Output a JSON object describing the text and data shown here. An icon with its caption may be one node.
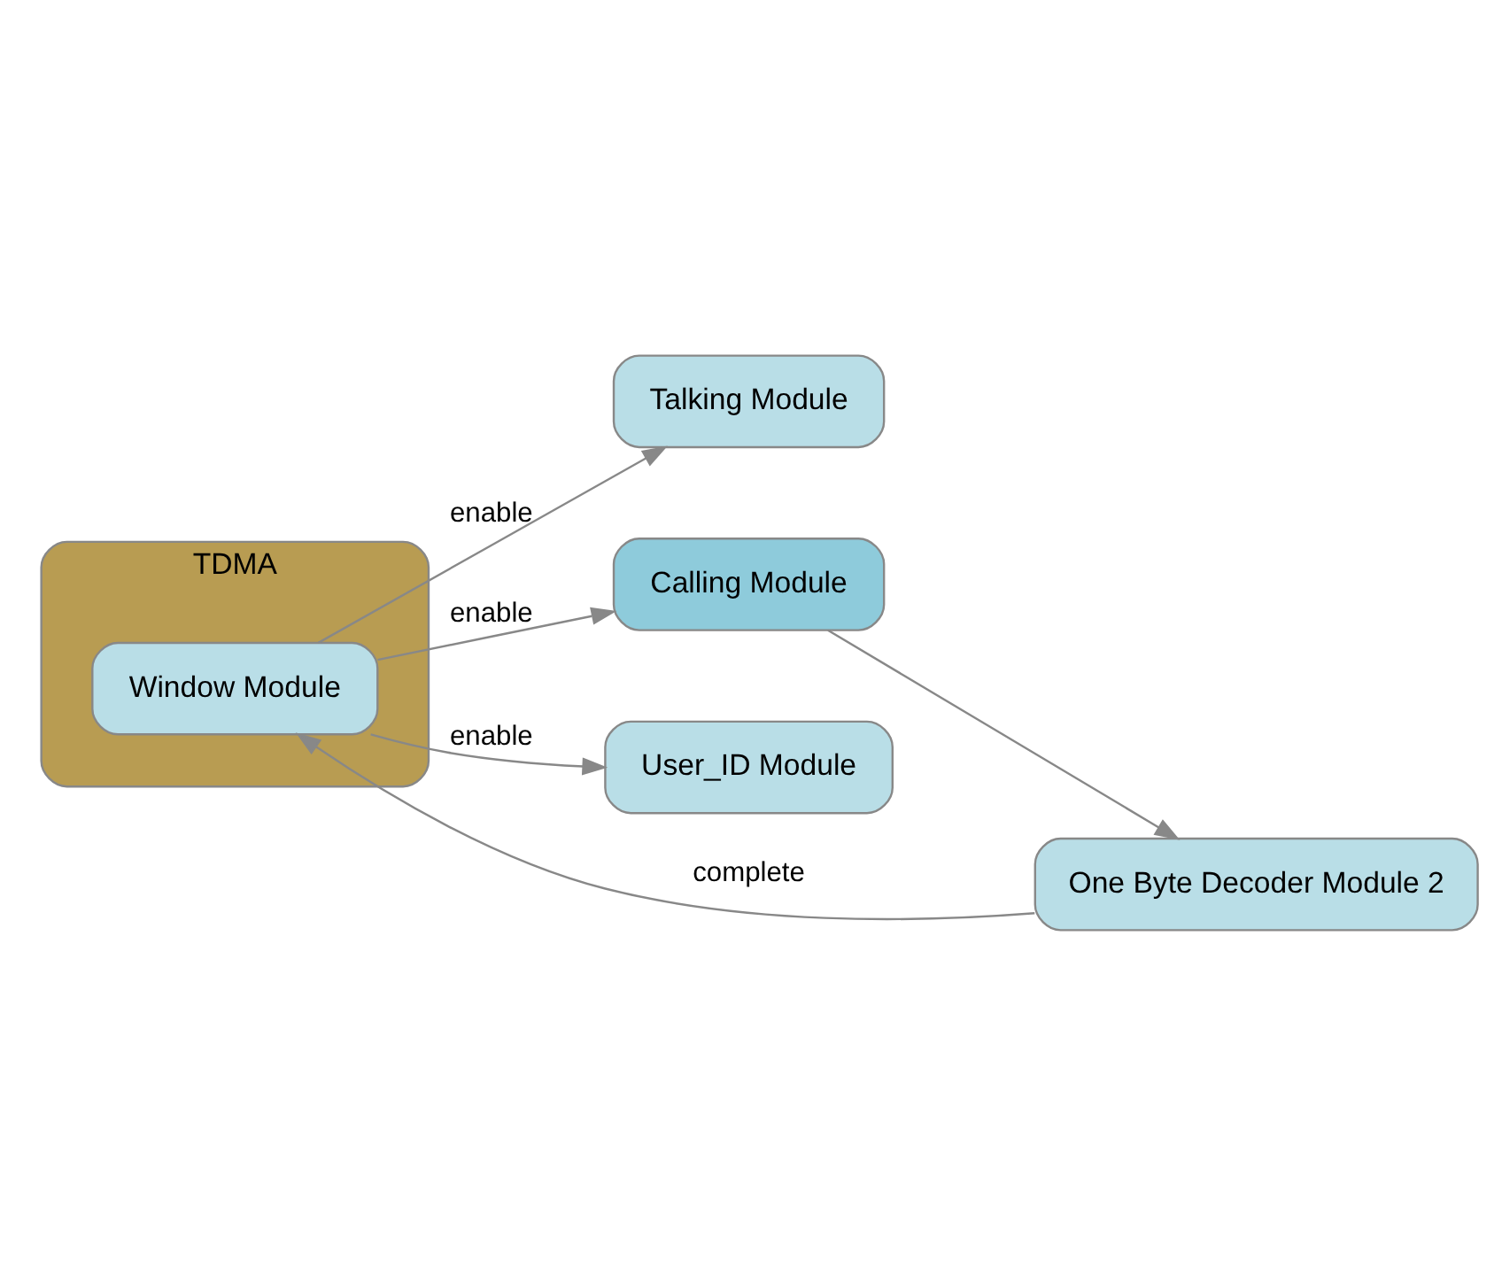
{
  "diagram": {
    "nodes": [
      {
        "text": [
          "TDMA"
        ]
      },
      {
        "text": [
          "Window Module"
        ],
        "in": 0
      },
      {
        "text": [
          "Talking Module"
        ]
      },
      {
        "text": [
          "Calling Module"
        ]
      },
      {
        "text": [
          "One Byte Decoder Module 2"
        ]
      },
      {
        "text": [
          "User_ID Module"
        ]
      }
    ],
    "edges": [
      {
        "from": 1,
        "to": 2,
        "arrow": "to",
        "label": "enable"
      },
      {
        "from": 1,
        "to": 3,
        "arrow": "to",
        "label": "enable"
      },
      {
        "from": 3,
        "to": 4,
        "arrow": "to"
      },
      {
        "from": 4,
        "to": 1,
        "arrow": "to",
        "label": "complete"
      },
      {
        "from": 1,
        "to": 5,
        "arrow": "to",
        "label": "enable"
      }
    ]
  }
}
